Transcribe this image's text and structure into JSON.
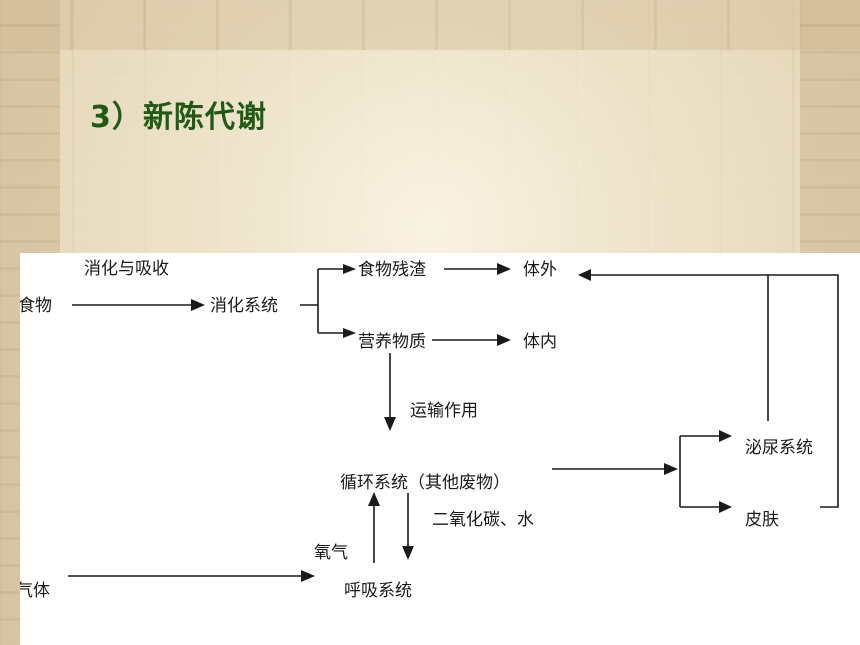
{
  "slide": {
    "title": "3）新陈代谢"
  },
  "diagram": {
    "nodes": {
      "food": "食物",
      "digestive_system": "消化系统",
      "food_residue": "食物残渣",
      "outside_body": "体外",
      "nutrients": "营养物质",
      "inside_body": "体内",
      "circulatory_system": "循环系统（其他废物）",
      "urinary_system": "泌尿系统",
      "skin": "皮肤",
      "gas": "气体",
      "respiratory_system": "呼吸系统"
    },
    "edge_labels": {
      "digestion_absorption": "消化与吸收",
      "transport": "运输作用",
      "oxygen": "氧气",
      "co2_water": "二氧化碳、水"
    }
  }
}
